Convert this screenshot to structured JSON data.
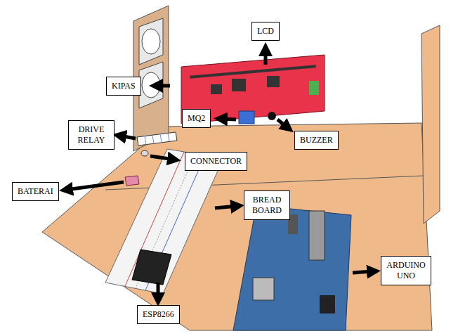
{
  "diagram": {
    "nodes": [
      {
        "text": [
          "LCD"
        ]
      },
      {
        "text": [
          "KIPAS"
        ]
      },
      {
        "text": [
          "DRIVE RELAY"
        ]
      },
      {
        "text": [
          "MQ2"
        ]
      },
      {
        "text": [
          "BUZZER"
        ]
      },
      {
        "text": [
          "CONNECTOR"
        ]
      },
      {
        "text": [
          "BATERAI"
        ]
      },
      {
        "text": [
          "BREAD BOARD"
        ]
      },
      {
        "text": [
          "ESP8266"
        ]
      },
      {
        "text": [
          "ARDUINO UNO"
        ]
      }
    ]
  }
}
